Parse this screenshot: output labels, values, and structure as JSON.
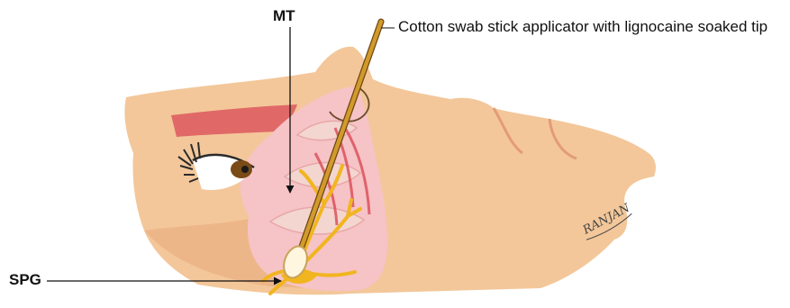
{
  "labels": {
    "mt": "MT",
    "swab": "Cotton swab stick applicator with lignocaine soaked tip",
    "spg": "SPG"
  },
  "artist_signature": "RANJAN",
  "colors": {
    "skin": "#f3c79a",
    "skin_shadow": "#e7a77c",
    "nasal_cavity": "#f6c3c6",
    "mucosa_red": "#d94a55",
    "turbinate": "#f3d6d0",
    "nerve": "#f1b51f",
    "stick": "#d29a2c",
    "stick_outline": "#6d4810",
    "tip": "#fff6e0",
    "eye_iris": "#7a4b16",
    "lashes": "#2a2a2a",
    "arrow": "#111111"
  }
}
